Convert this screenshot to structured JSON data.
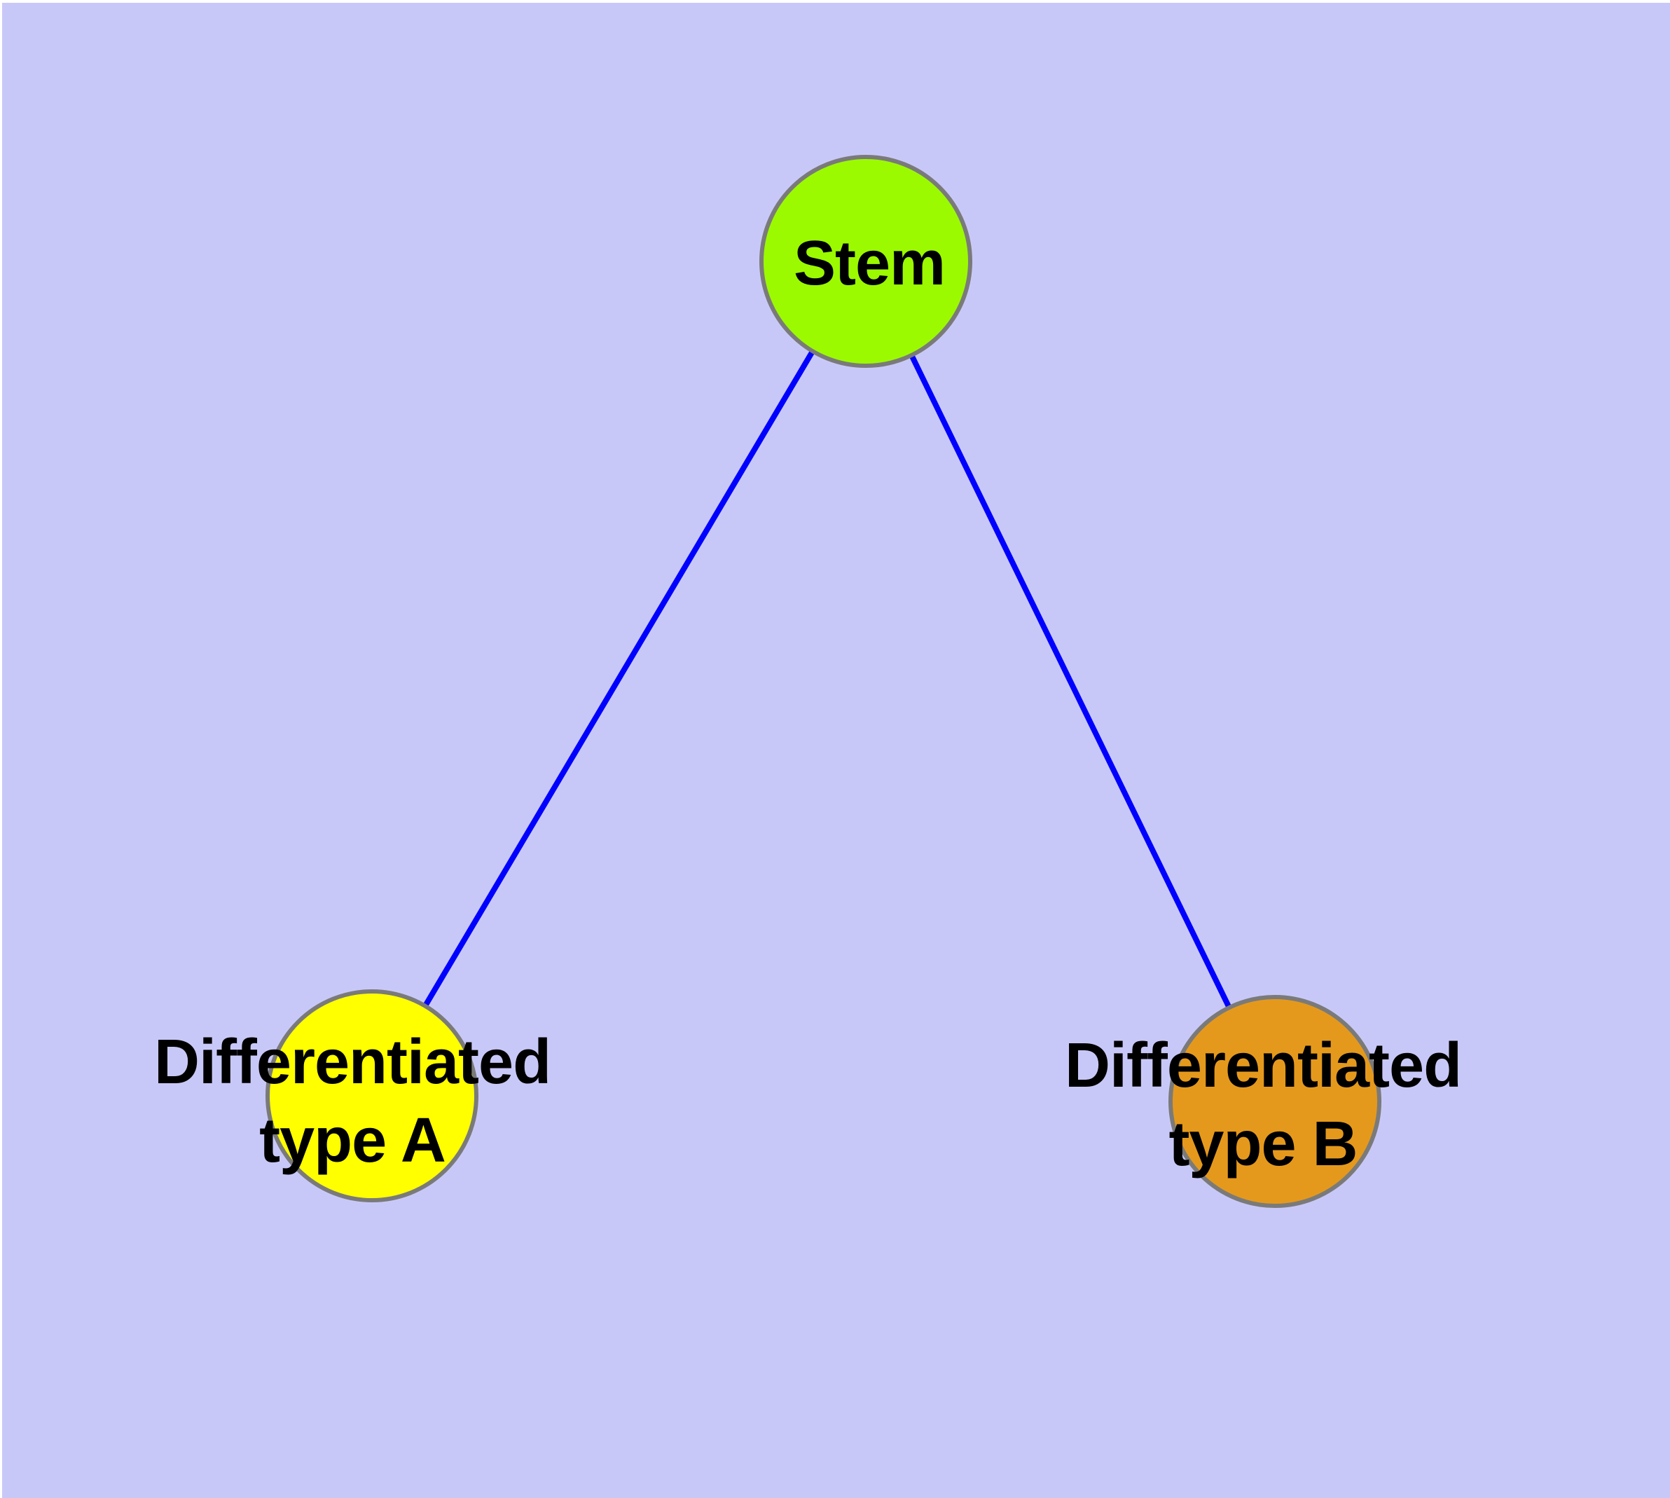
{
  "diagram": {
    "type": "graph",
    "background_color": "#C8C8F8",
    "edge_color": "#0000FF",
    "node_border_color": "#7A7A7A",
    "label_color": "#000000",
    "nodes": {
      "stem": {
        "label": "Stem",
        "fill": "#9BFA00"
      },
      "type_a": {
        "label": "Differentiated type A",
        "label_line1": "Differentiated",
        "label_line2": "type A",
        "fill": "#FFFF00"
      },
      "type_b": {
        "label": "Differentiated type B",
        "label_line1": "Differentiated",
        "label_line2": "type B",
        "fill": "#E5991C"
      }
    },
    "edges": [
      {
        "from": "Stem",
        "to": "Differentiated type A"
      },
      {
        "from": "Stem",
        "to": "Differentiated type B"
      }
    ]
  }
}
